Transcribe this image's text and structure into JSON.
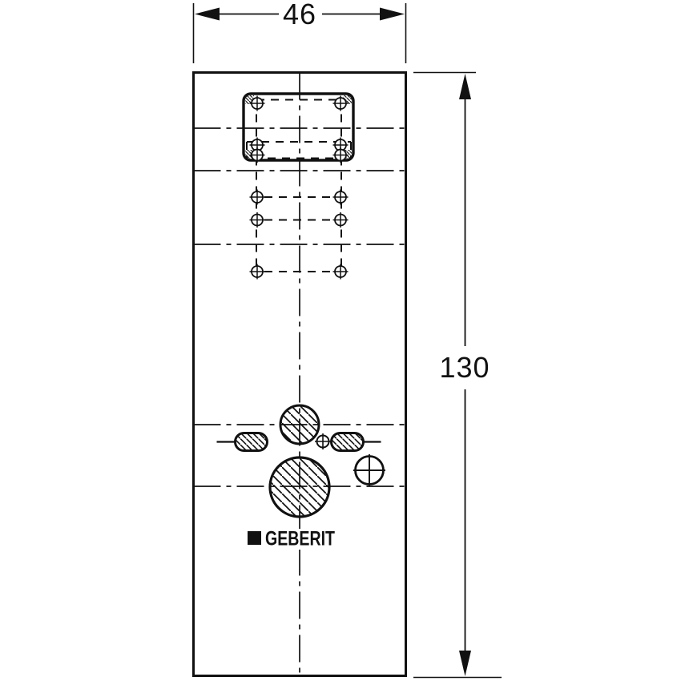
{
  "dimensions": {
    "width_label": "46",
    "height_label": "130"
  },
  "brand": {
    "logo_text": "GEBERIT"
  },
  "colors": {
    "line": "#111111",
    "background": "#ffffff"
  }
}
